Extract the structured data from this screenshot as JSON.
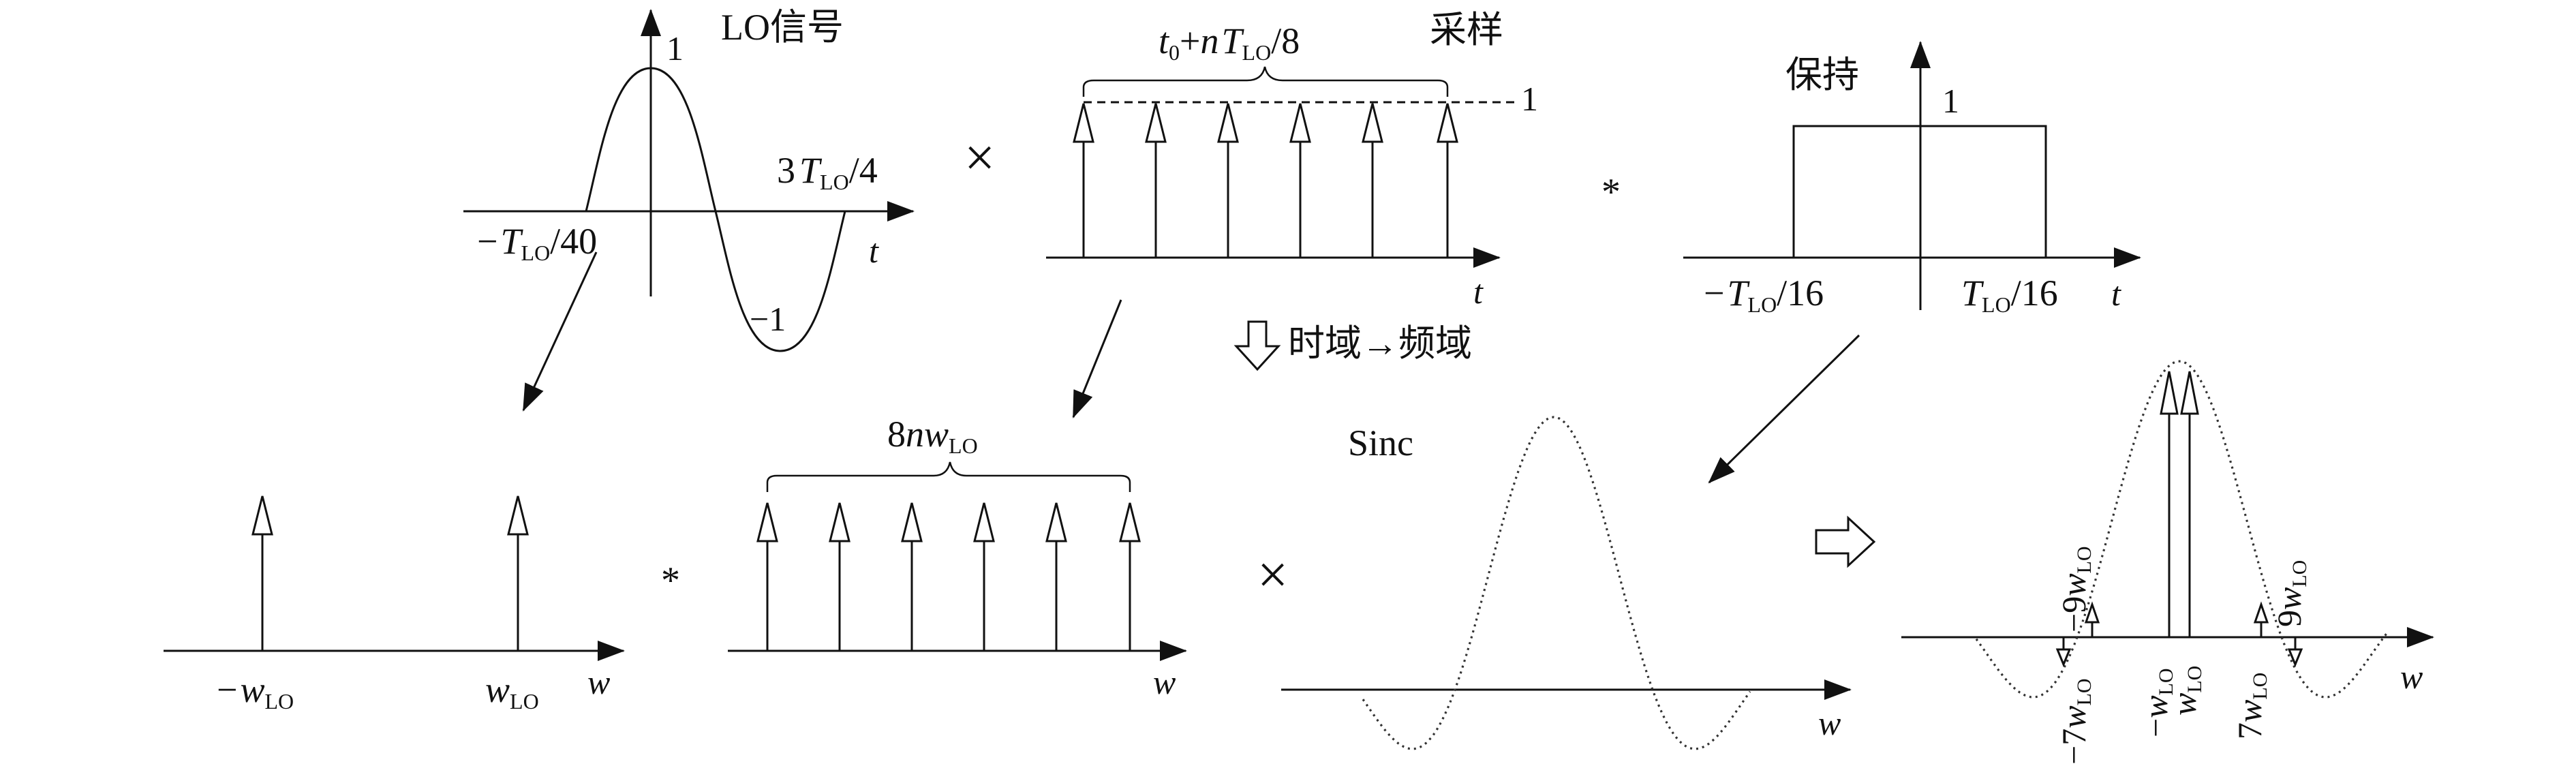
{
  "labels": {
    "lo_signal": "LO信号",
    "lo_one": "1",
    "lo_minus_one": "−1",
    "lo_t": "t",
    "lo_three_t": "3",
    "lo_T": "T",
    "lo_lo": "LO",
    "lo_over4": "/4",
    "lo_neg_T": "−",
    "lo_T2": "T",
    "lo_lo2": "LO",
    "lo_over40": "/40",
    "sampling": "采样",
    "samp_t0": "t",
    "samp_0": "0",
    "samp_plus": "+",
    "samp_n": "n",
    "samp_T": "T",
    "samp_lo": "LO",
    "samp_over8": "/8",
    "samp_one": "1",
    "samp_t": "t",
    "times1": "×",
    "conv1": "*",
    "hold": "保持",
    "hold_one": "1",
    "hold_neg": "−",
    "hold_T1": "T",
    "hold_lo1": "LO",
    "hold_over16a": "/16",
    "hold_T2": "T",
    "hold_lo2": "LO",
    "hold_over16b": "/16",
    "hold_t": "t",
    "domain_change": "时域→频域",
    "f_neg_w": "−",
    "f_w1": "w",
    "f_lo1": "LO",
    "f_w2": "w",
    "f_lo2": "LO",
    "f_axis_w": "w",
    "conv2": "*",
    "comb_8": "8",
    "comb_n": "n",
    "comb_w": "w",
    "comb_lo": "LO",
    "comb_axis_w": "w",
    "times2": "×",
    "sinc": "Sinc",
    "sinc_axis_w": "w",
    "result_axis_w": "w",
    "r_neg9": "−9",
    "r_neg9_w": "w",
    "r_neg9_lo": "LO",
    "r_neg7": "−7",
    "r_neg7_w": "w",
    "r_neg7_lo": "LO",
    "r_negw": "−",
    "r_negw_w": "w",
    "r_negw_lo": "LO",
    "r_w": "w",
    "r_w_lo": "LO",
    "r_7": "7",
    "r_7_w": "w",
    "r_7_lo": "LO",
    "r_9": "9",
    "r_9_w": "w",
    "r_9_lo": "LO"
  }
}
